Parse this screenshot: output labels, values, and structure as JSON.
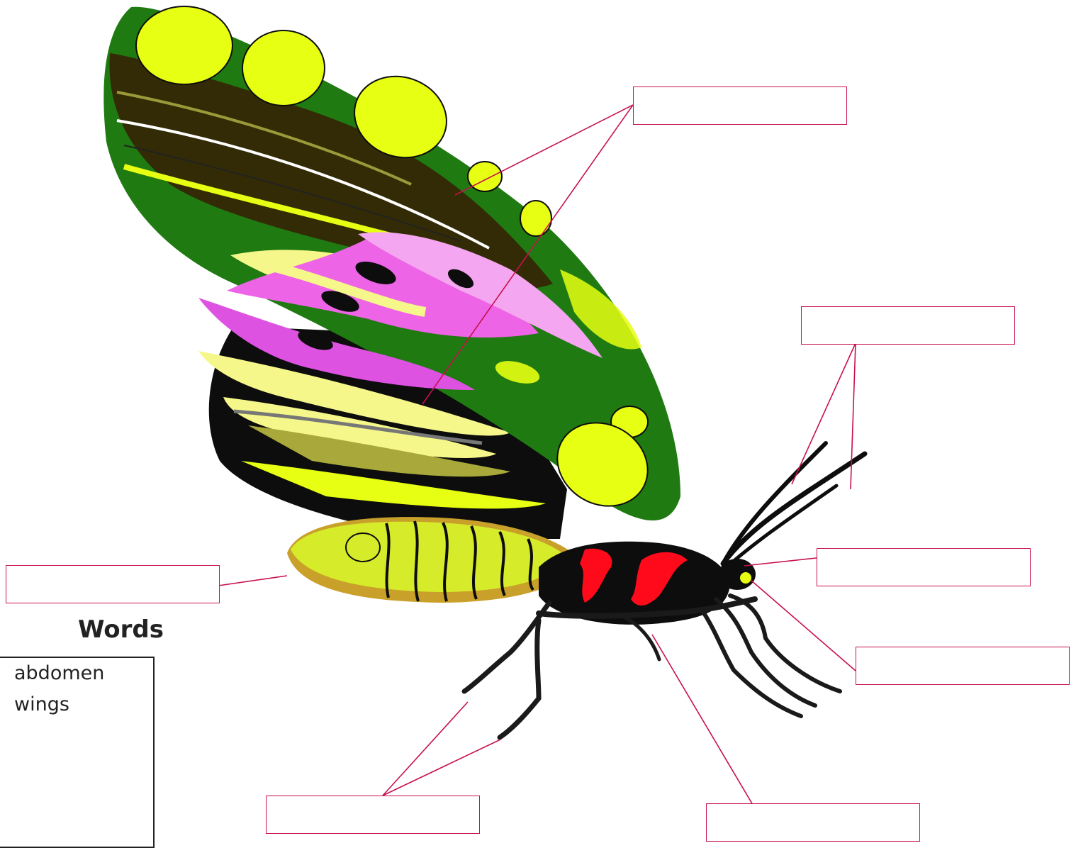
{
  "worksheet": {
    "words_title": "Words",
    "word_bank": [
      "abdomen",
      "wings"
    ]
  },
  "colors": {
    "label_border": "#c8104e",
    "leader_line": "#c8104e",
    "wing_green": "#1f7a12",
    "wing_dark": "#332b05",
    "spot_yellow": "#e6ff12",
    "pale_yellow": "#f6f78a",
    "pink": "#e85ee0",
    "body_black": "#0d0d0d",
    "thorax_red": "#ff0a1a",
    "abdomen_yellow": "#d6ec2a",
    "abdomen_tan": "#c9a02a"
  },
  "label_boxes": [
    {
      "id": "forewing-label",
      "value": ""
    },
    {
      "id": "antennae-label",
      "value": ""
    },
    {
      "id": "head-label",
      "value": ""
    },
    {
      "id": "eye-label",
      "value": ""
    },
    {
      "id": "thorax-label",
      "value": ""
    },
    {
      "id": "legs-label",
      "value": ""
    },
    {
      "id": "abdomen-label",
      "value": ""
    }
  ]
}
